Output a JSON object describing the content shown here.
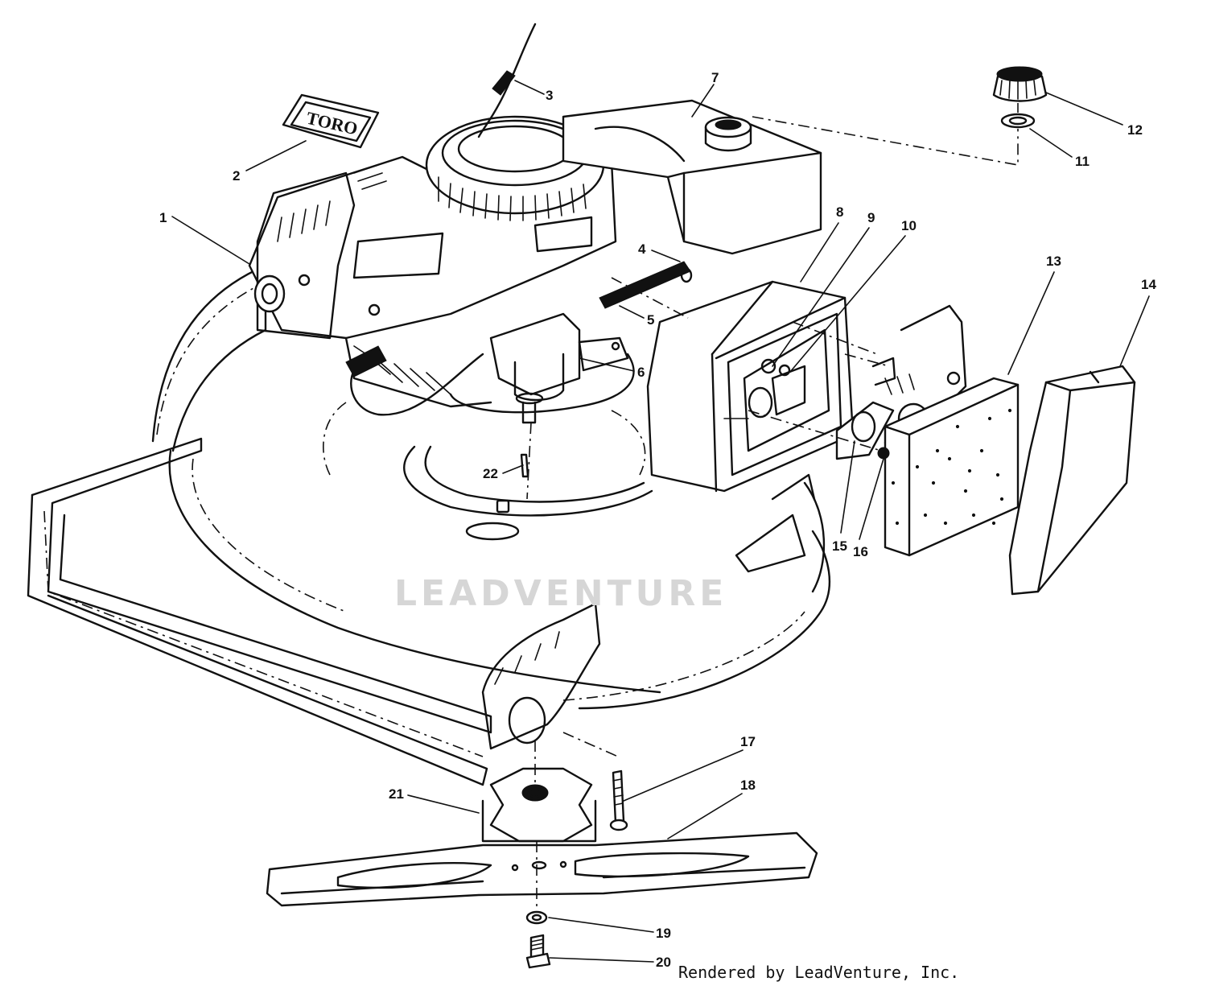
{
  "brand_decal_text": "TORO",
  "watermark": "LEADVENTURE",
  "credit": "Rendered by LeadVenture, Inc.",
  "callouts": [
    {
      "id": "1",
      "label": "1"
    },
    {
      "id": "2",
      "label": "2"
    },
    {
      "id": "3",
      "label": "3"
    },
    {
      "id": "4",
      "label": "4"
    },
    {
      "id": "5",
      "label": "5"
    },
    {
      "id": "6",
      "label": "6"
    },
    {
      "id": "7",
      "label": "7"
    },
    {
      "id": "8",
      "label": "8"
    },
    {
      "id": "9",
      "label": "9"
    },
    {
      "id": "10",
      "label": "10"
    },
    {
      "id": "11",
      "label": "11"
    },
    {
      "id": "12",
      "label": "12"
    },
    {
      "id": "13",
      "label": "13"
    },
    {
      "id": "14",
      "label": "14"
    },
    {
      "id": "15",
      "label": "15"
    },
    {
      "id": "16",
      "label": "16"
    },
    {
      "id": "17",
      "label": "17"
    },
    {
      "id": "18",
      "label": "18"
    },
    {
      "id": "19",
      "label": "19"
    },
    {
      "id": "20",
      "label": "20"
    },
    {
      "id": "21",
      "label": "21"
    },
    {
      "id": "22",
      "label": "22"
    }
  ]
}
